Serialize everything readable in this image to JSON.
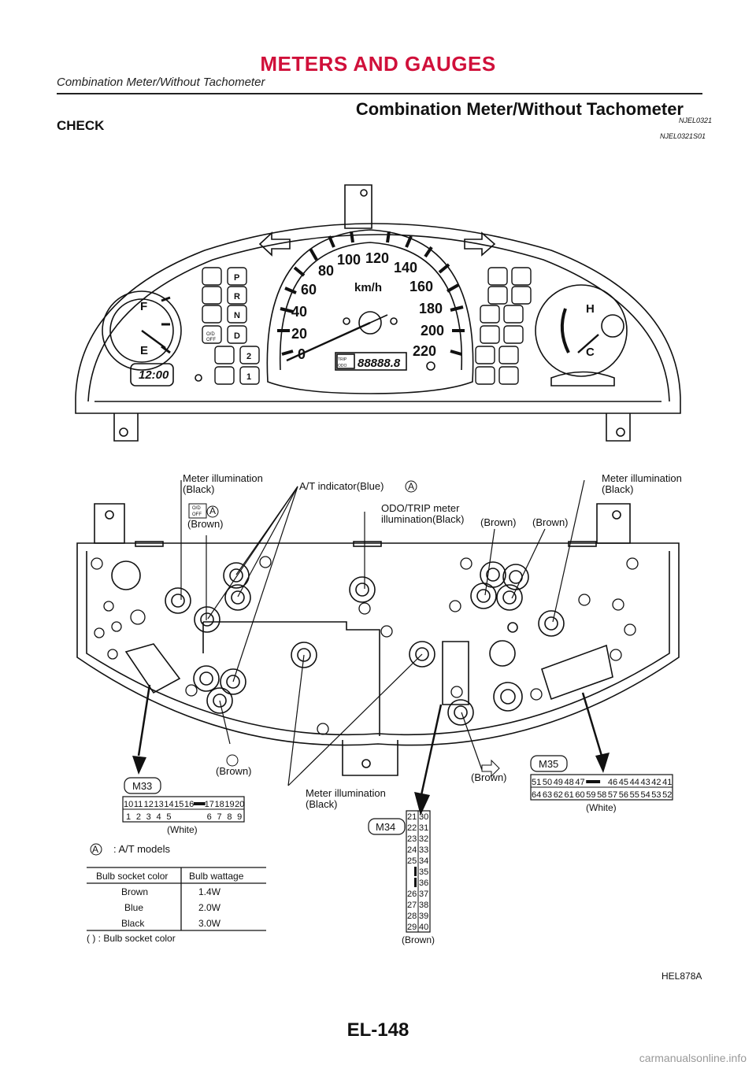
{
  "header": {
    "title": "METERS AND GAUGES",
    "subtitle": "Combination Meter/Without Tachometer"
  },
  "section": {
    "title": "Combination Meter/Without Tachometer",
    "ref": "NJEL0321",
    "check_label": "CHECK",
    "check_ref": "NJEL0321S01"
  },
  "meter": {
    "speed_marks": [
      "0",
      "20",
      "40",
      "60",
      "80",
      "100",
      "120",
      "140",
      "160",
      "180",
      "200",
      "220"
    ],
    "speed_unit": "km/h",
    "fuel_full": "F",
    "fuel_empty": "E",
    "temp_hot": "H",
    "temp_cold": "C",
    "clock": "12:00",
    "odometer": "88888.8",
    "trip_label": "TRIP",
    "odo_label": "ODO",
    "gear_positions": [
      "P",
      "R",
      "N",
      "D",
      "2",
      "1"
    ],
    "od_off": [
      "O/D",
      "OFF"
    ]
  },
  "labels": {
    "meter_illum_left": [
      "Meter illumination",
      "(Black)"
    ],
    "at_indicator": "A/T indicator(Blue)",
    "od_off_brown": "(Brown)",
    "odo_trip": [
      "ODO/TRIP meter",
      "illumination(Black)"
    ],
    "brown_seatbelt": "(Brown)",
    "brown_airbag": "(Brown)",
    "meter_illum_right": [
      "Meter illumination",
      "(Black)"
    ],
    "brown_brake": "(Brown)",
    "brown_turn": "(Brown)",
    "meter_illum_bottom": [
      "Meter illumination",
      "(Black)"
    ],
    "a_marker": "A"
  },
  "connectors": {
    "m33": {
      "name": "M33",
      "top": [
        "10",
        "11",
        "12",
        "13",
        "14",
        "15",
        "16",
        "",
        "17",
        "18",
        "19",
        "20"
      ],
      "bottom": [
        "1",
        "2",
        "3",
        "4",
        "5",
        "",
        "",
        "",
        "6",
        "7",
        "8",
        "9"
      ],
      "color": "(White)"
    },
    "m34": {
      "name": "M34",
      "pins": [
        [
          "21",
          "30"
        ],
        [
          "22",
          "31"
        ],
        [
          "23",
          "32"
        ],
        [
          "24",
          "33"
        ],
        [
          "25",
          "34"
        ],
        [
          "",
          "35"
        ],
        [
          "",
          "36"
        ],
        [
          "26",
          "37"
        ],
        [
          "27",
          "38"
        ],
        [
          "28",
          "39"
        ],
        [
          "29",
          "40"
        ]
      ],
      "color": "(Brown)"
    },
    "m35": {
      "name": "M35",
      "top": [
        "51",
        "50",
        "49",
        "48",
        "47",
        "",
        "46",
        "45",
        "44",
        "43",
        "42",
        "41"
      ],
      "bottom": [
        "64",
        "63",
        "62",
        "61",
        "60",
        "59",
        "58",
        "57",
        "56",
        "55",
        "54",
        "53",
        "52"
      ],
      "color": "(White)"
    }
  },
  "legend": {
    "at_models": ": A/T models",
    "table_headers": [
      "Bulb socket color",
      "Bulb wattage"
    ],
    "table_rows": [
      [
        "Brown",
        "1.4W"
      ],
      [
        "Blue",
        "2.0W"
      ],
      [
        "Black",
        "3.0W"
      ]
    ],
    "footnote": "( ) : Bulb socket color"
  },
  "figure_code": "HEL878A",
  "page_number": "EL-148",
  "watermark": "carmanualsonline.info"
}
